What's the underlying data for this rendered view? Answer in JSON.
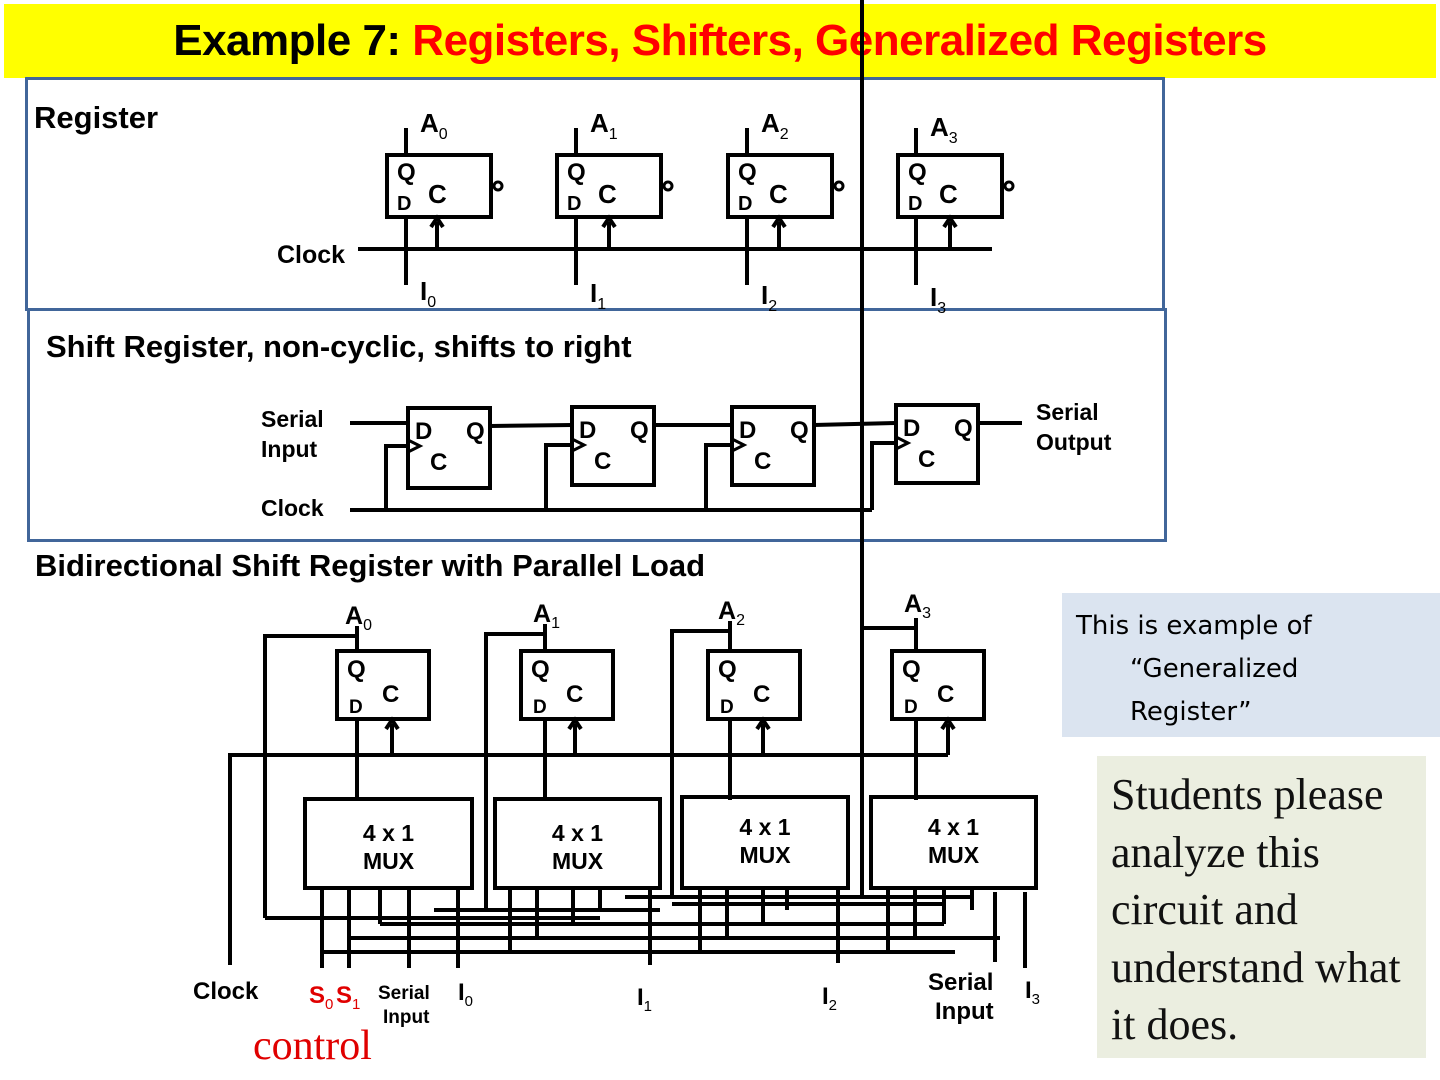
{
  "slide": {
    "title_prefix": "Example 7: ",
    "title_main": "Registers, Shifters, Generalized Registers",
    "colors": {
      "title_bg": "#ffff00",
      "title_accent": "#ff0000",
      "frame": "#41669a",
      "note1_bg": "#dbe4f0",
      "note2_bg": "#ebeee0",
      "control": "#e00000"
    }
  },
  "register": {
    "title": "Register",
    "clock_label": "Clock",
    "box_labels": {
      "q": "Q",
      "c": "C",
      "d": "D"
    },
    "outputs": [
      {
        "base": "A",
        "sub": "0"
      },
      {
        "base": "A",
        "sub": "1"
      },
      {
        "base": "A",
        "sub": "2"
      },
      {
        "base": "A",
        "sub": "3"
      }
    ],
    "inputs": [
      {
        "base": "I",
        "sub": "0"
      },
      {
        "base": "I",
        "sub": "1"
      },
      {
        "base": "I",
        "sub": "2"
      },
      {
        "base": "I",
        "sub": "3"
      }
    ]
  },
  "shift_register": {
    "title": "Shift Register, non-cyclic, shifts to right",
    "serial_input_line1": "Serial",
    "serial_input_line2": "Input",
    "serial_output_line1": "Serial",
    "serial_output_line2": "Output",
    "clock_label": "Clock",
    "box_labels": {
      "d": "D",
      "q": "Q",
      "c": "C"
    },
    "stage_count": 4
  },
  "bidirectional": {
    "title": "Bidirectional Shift Register with Parallel Load",
    "box_labels": {
      "q": "Q",
      "c": "C",
      "d": "D"
    },
    "mux_line1": "4 x 1",
    "mux_line2": "MUX",
    "outputs": [
      {
        "base": "A",
        "sub": "0"
      },
      {
        "base": "A",
        "sub": "1"
      },
      {
        "base": "A",
        "sub": "2"
      },
      {
        "base": "A",
        "sub": "3"
      }
    ],
    "bottom_labels": {
      "clock": "Clock",
      "s0": {
        "base": "S",
        "sub": "0"
      },
      "s1": {
        "base": "S",
        "sub": "1"
      },
      "serial_input_left_line1": "Serial",
      "serial_input_left_line2": "Input",
      "i0": {
        "base": "I",
        "sub": "0"
      },
      "i1": {
        "base": "I",
        "sub": "1"
      },
      "i2": {
        "base": "I",
        "sub": "2"
      },
      "serial_input_right_line1": "Serial",
      "serial_input_right_line2": "Input",
      "i3": {
        "base": "I",
        "sub": "3"
      }
    },
    "control_label": "control"
  },
  "notes": {
    "generalized_line1": "This is example of",
    "generalized_line2": "“Generalized",
    "generalized_line3": "Register”",
    "students": "Students please analyze this circuit and understand what it does."
  }
}
